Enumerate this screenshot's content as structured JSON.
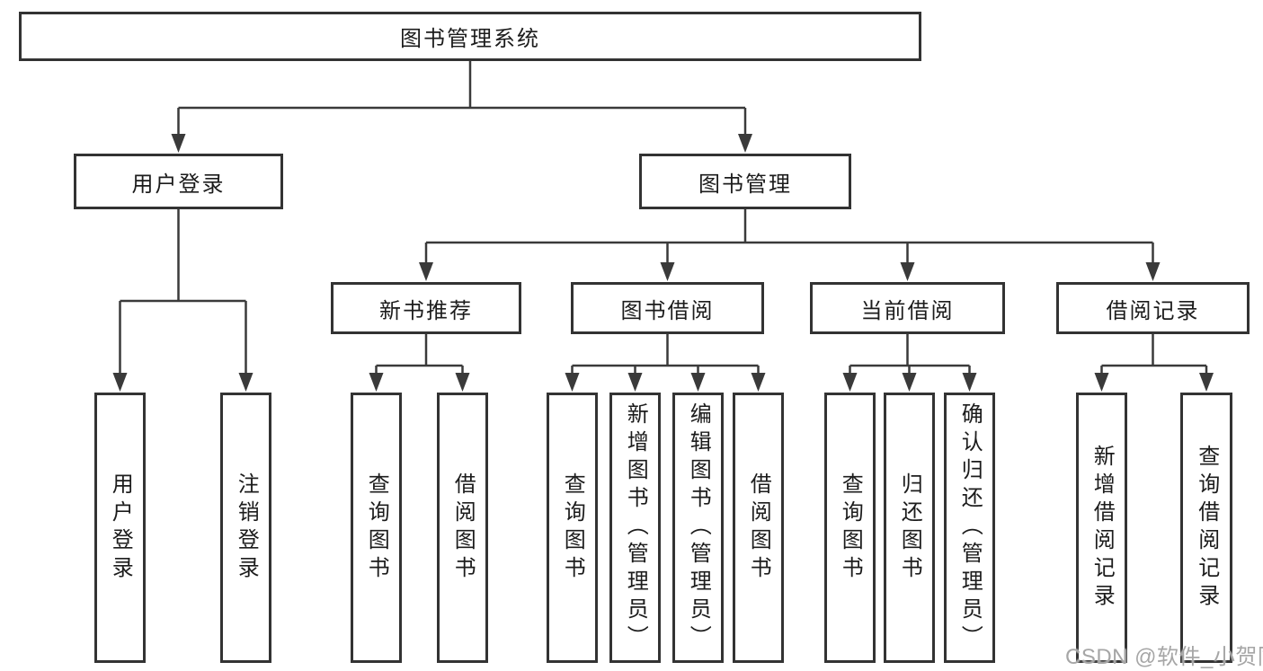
{
  "diagram": {
    "title": "图书管理系统",
    "root": {
      "label": "图书管理系统"
    },
    "level2": [
      {
        "id": "user-login",
        "label": "用户登录"
      },
      {
        "id": "book-management",
        "label": "图书管理"
      }
    ],
    "level3": [
      {
        "id": "new-book-recommend",
        "label": "新书推荐"
      },
      {
        "id": "book-borrow",
        "label": "图书借阅"
      },
      {
        "id": "current-borrow",
        "label": "当前借阅"
      },
      {
        "id": "borrow-records",
        "label": "借阅记录"
      }
    ],
    "leaves": {
      "user_login": [
        {
          "label": "用户登录"
        },
        {
          "label": "注销登录"
        }
      ],
      "new_book_rec": [
        {
          "label": "查询图书"
        },
        {
          "label": "借阅图书"
        }
      ],
      "book_borrow": [
        {
          "label": "查询图书"
        },
        {
          "label": "新增图书（管理员）"
        },
        {
          "label": "编辑图书（管理员）"
        },
        {
          "label": "借阅图书"
        }
      ],
      "current_borrow": [
        {
          "label": "查询图书"
        },
        {
          "label": "归还图书"
        },
        {
          "label": "确认归还（管理员）"
        }
      ],
      "borrow_records": [
        {
          "label": "新增借阅记录"
        },
        {
          "label": "查询借阅记录"
        }
      ]
    }
  },
  "watermark": {
    "text": "CSDN @软件_小贺同学"
  },
  "colors": {
    "line": "#3a3a3a",
    "box_border": "#333333",
    "text": "#1c1c1c",
    "watermark": "#a6a6a6",
    "background": "#ffffff"
  }
}
